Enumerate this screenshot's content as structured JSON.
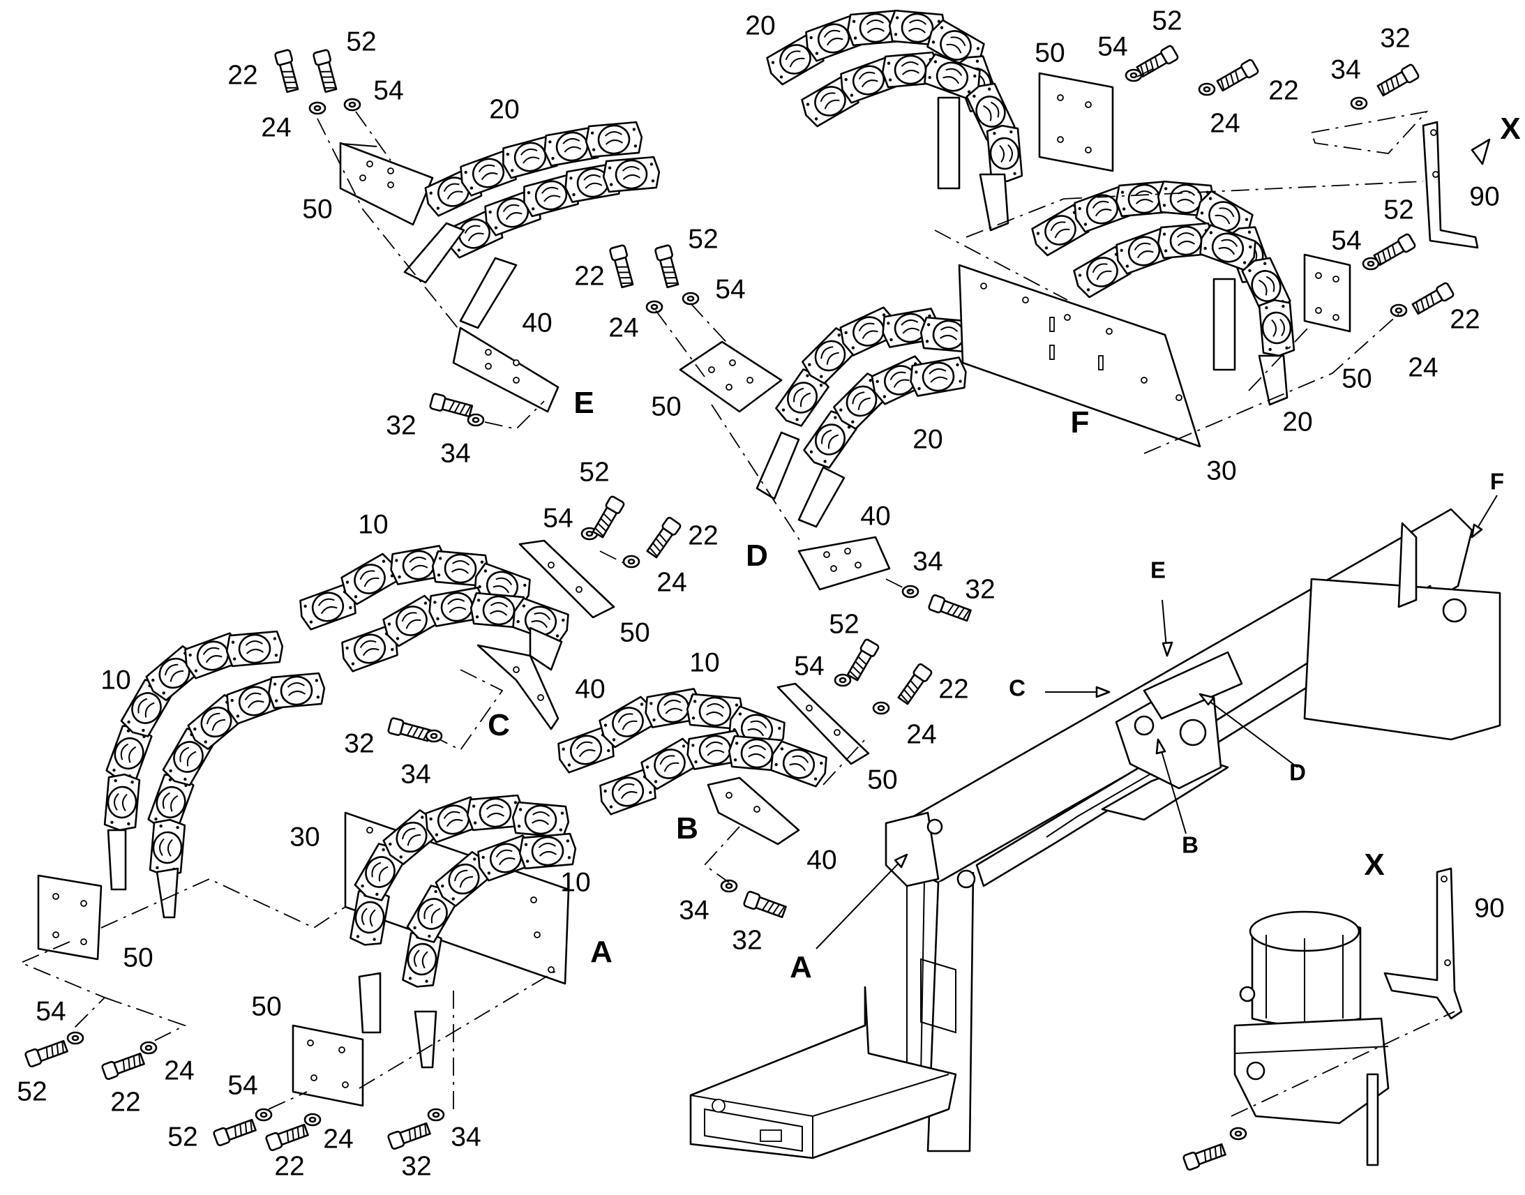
{
  "callouts": {
    "c10a": "10",
    "c10b": "10",
    "c10c": "10",
    "c10d": "10",
    "c20a": "20",
    "c20b": "20",
    "c20c": "20",
    "c20d": "20",
    "c22a": "22",
    "c22b": "22",
    "c22c": "22",
    "c22d": "22",
    "c22e": "22",
    "c22f": "22",
    "c22g": "22",
    "c22h": "22",
    "c24a": "24",
    "c24b": "24",
    "c24c": "24",
    "c24d": "24",
    "c24e": "24",
    "c24f": "24",
    "c24g": "24",
    "c24h": "24",
    "c30a": "30",
    "c30b": "30",
    "c32a": "32",
    "c32b": "32",
    "c32c": "32",
    "c32d": "32",
    "c32e": "32",
    "c32f": "32",
    "c34a": "34",
    "c34b": "34",
    "c34c": "34",
    "c34d": "34",
    "c34e": "34",
    "c34f": "34",
    "c40a": "40",
    "c40b": "40",
    "c40c": "40",
    "c40d": "40",
    "c50a": "50",
    "c50b": "50",
    "c50c": "50",
    "c50d": "50",
    "c50e": "50",
    "c50f": "50",
    "c50g": "50",
    "c50h": "50",
    "c52a": "52",
    "c52b": "52",
    "c52c": "52",
    "c52d": "52",
    "c52e": "52",
    "c52f": "52",
    "c52g": "52",
    "c52h": "52",
    "c54a": "54",
    "c54b": "54",
    "c54c": "54",
    "c54d": "54",
    "c54e": "54",
    "c54f": "54",
    "c54g": "54",
    "c54h": "54",
    "c90a": "90",
    "c90b": "90"
  },
  "views": {
    "A": "A",
    "B": "B",
    "C": "C",
    "D": "D",
    "E": "E",
    "F": "F",
    "X": "X"
  },
  "pointers": {
    "A": "A",
    "B": "B",
    "C": "C",
    "D": "D",
    "E": "E",
    "F": "F",
    "X": "X"
  }
}
